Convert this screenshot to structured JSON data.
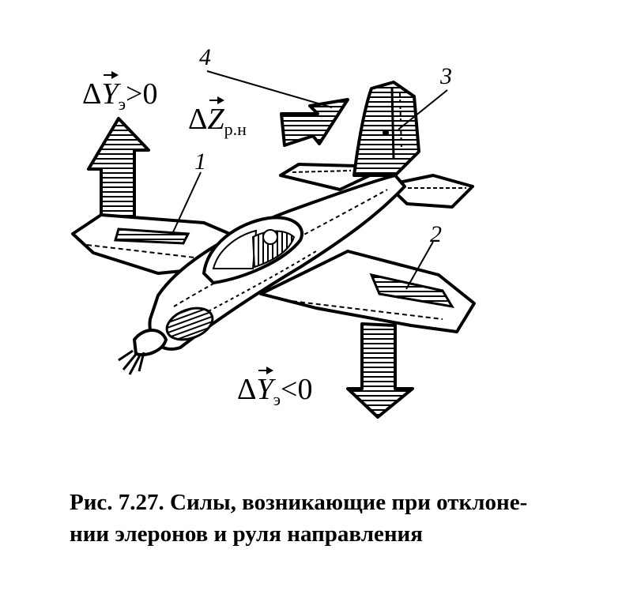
{
  "labels": {
    "aileron_left": "1",
    "aileron_right": "2",
    "rudder": "3",
    "rudder_force": "4"
  },
  "forces": {
    "lift_up": {
      "delta": "Δ",
      "symbol": "Y",
      "subscript": "э",
      "relation": ">0"
    },
    "lift_down": {
      "delta": "Δ",
      "symbol": "Y",
      "subscript": "э",
      "relation": "<0"
    },
    "side": {
      "delta": "Δ",
      "symbol": "Z",
      "subscript": "р.н"
    }
  },
  "caption": {
    "line1": "Рис. 7.27. Силы, возникающие при отклоне-",
    "line2": "нии элеронов и руля направления"
  }
}
